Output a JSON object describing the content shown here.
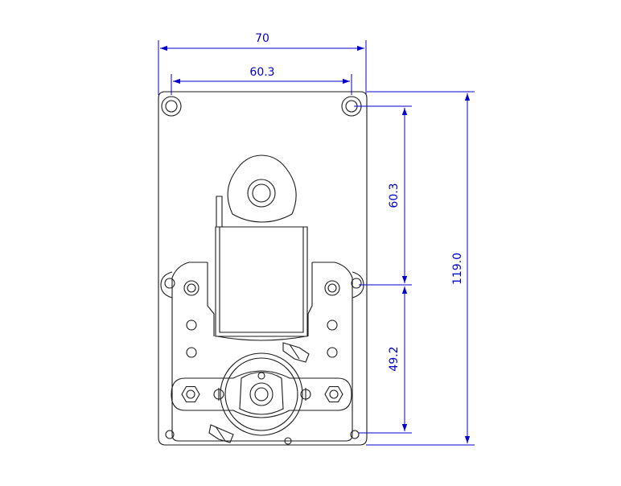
{
  "colors": {
    "outline": "#1a1a1a",
    "dimension": "#0000cc",
    "background": "#ffffff"
  },
  "dimensions": {
    "overall_width": "70",
    "hole_spacing_horizontal": "60.3",
    "hole_spacing_vertical_upper": "60.3",
    "hole_spacing_vertical_lower": "49.2",
    "overall_height": "119.0"
  }
}
